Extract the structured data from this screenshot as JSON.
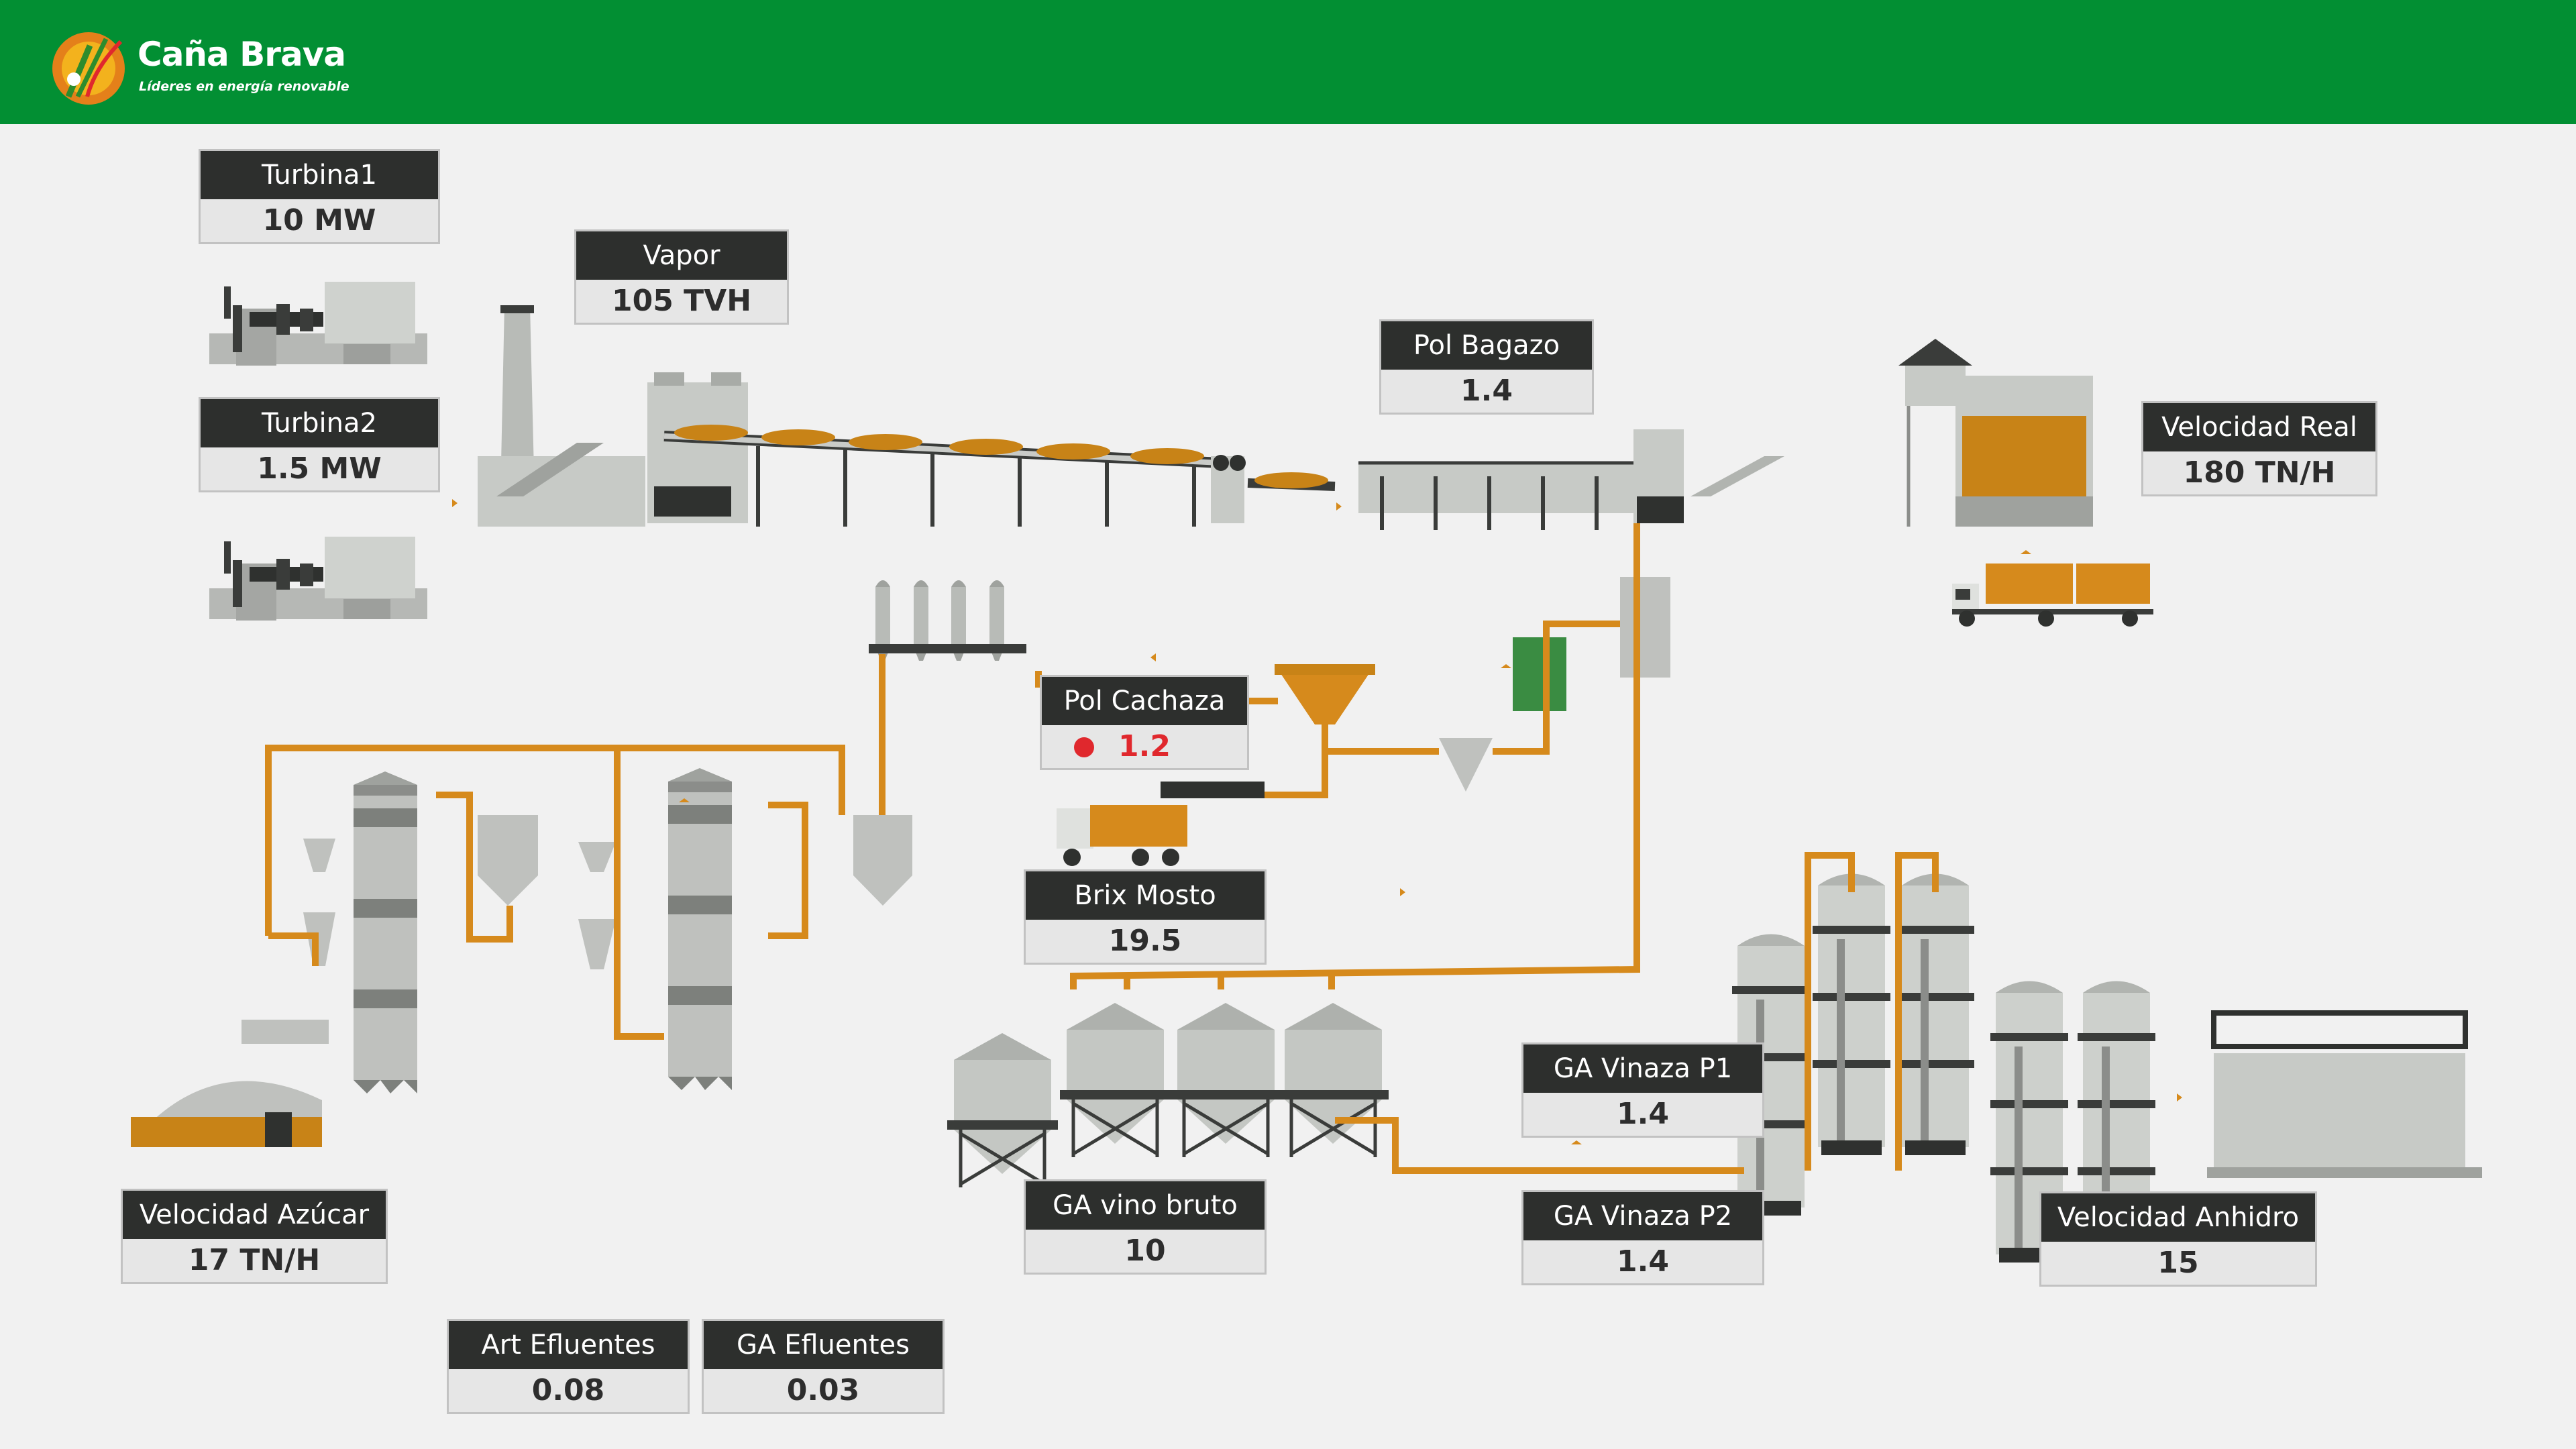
{
  "brand": {
    "name": "Caña Brava",
    "tagline": "Líderes en energía renovable",
    "colors": {
      "header": "#028f33",
      "pipe": "#d68a1c",
      "equipment": "#c9cbc8",
      "panel_title": "#2d2f2d",
      "alarm": "#e0282d"
    }
  },
  "panels": {
    "turbina1": {
      "title": "Turbina1",
      "value": "10 MW"
    },
    "turbina2": {
      "title": "Turbina2",
      "value": "1.5 MW"
    },
    "vapor": {
      "title": "Vapor",
      "value": "105 TVH"
    },
    "pol_bagazo": {
      "title": "Pol Bagazo",
      "value": "1.4"
    },
    "velocidad_real": {
      "title": "Velocidad Real",
      "value": "180 TN/H"
    },
    "pol_cachaza": {
      "title": "Pol Cachaza",
      "value": "1.2",
      "status": "alarm",
      "status_icon": "red-dot-icon"
    },
    "brix_mosto": {
      "title": "Brix Mosto",
      "value": "19.5"
    },
    "ga_vinaza_p1": {
      "title": "GA Vinaza P1",
      "value": "1.4"
    },
    "ga_vinaza_p2": {
      "title": "GA Vinaza P2",
      "value": "1.4"
    },
    "ga_vino_bruto": {
      "title": "GA vino bruto",
      "value": "10"
    },
    "velocidad_azucar": {
      "title": "Velocidad Azúcar",
      "value": "17 TN/H"
    },
    "velocidad_anhidro": {
      "title": "Velocidad Anhidro",
      "value": "15"
    },
    "art_efluentes": {
      "title": "Art Efluentes",
      "value": "0.08"
    },
    "ga_efluentes": {
      "title": "GA Efluentes",
      "value": "0.03"
    }
  },
  "equipment_icons": [
    "turbine-icon",
    "chimney-icon",
    "boiler-icon",
    "conveyor-icon",
    "mill-tandem-icon",
    "hopper-building-icon",
    "truck-icon",
    "dump-truck-icon",
    "storage-silo-icon",
    "clarifier-icon",
    "filter-icon",
    "evaporator-column-icon",
    "crystallizer-icon",
    "sugar-warehouse-icon",
    "fermentation-tank-icon",
    "distillation-column-icon",
    "dehydration-column-icon",
    "anhydrous-storage-icon"
  ]
}
